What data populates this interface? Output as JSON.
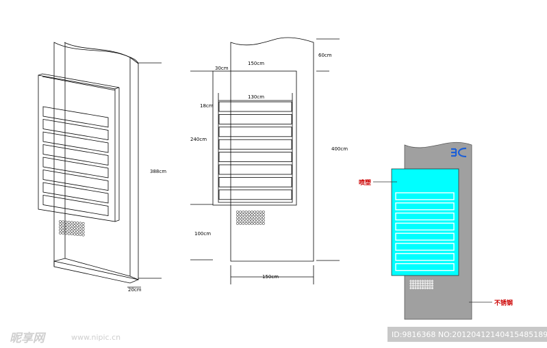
{
  "dimensions": {
    "top_width": "150cm",
    "panel_inset": "30cm",
    "top_height": "60cm",
    "inner_width": "130cm",
    "slot_height": "18cm",
    "panel_height": "240cm",
    "total_height": "400cm",
    "bottom_height": "100cm",
    "bottom_width": "150cm",
    "side_height": "388cm",
    "depth": "20cm"
  },
  "labels": {
    "panel_material": "喷塑",
    "body_material": "不锈钢"
  },
  "watermark": {
    "site_logo": "昵享网",
    "site_url": "www.nipic.cn",
    "image_id": "ID:9816368 NO:20120412140415485189"
  },
  "colors": {
    "panel_fill": "#00ffff",
    "body_fill": "#a0a0a0",
    "slot_fill": "#00ffff",
    "logo_blue": "#1c5fd6",
    "label_red": "#cc0000"
  },
  "slots": {
    "count": 8
  }
}
